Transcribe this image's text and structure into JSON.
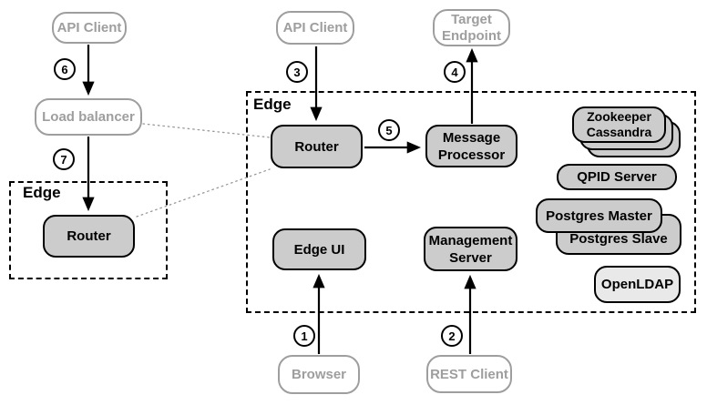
{
  "diagram": {
    "groups": {
      "edge_left_label": "Edge",
      "edge_main_label": "Edge"
    },
    "nodes": {
      "api_client_left": "API Client",
      "load_balancer": "Load balancer",
      "router_left": "Router",
      "api_client_top": "API Client",
      "router_main": "Router",
      "message_processor": "Message Processor",
      "target_endpoint": "Target Endpoint",
      "edge_ui": "Edge UI",
      "management_server": "Management Server",
      "zookeeper": "Zookeeper",
      "cassandra": "Cassandra",
      "qpid_server": "QPID Server",
      "postgres_master": "Postgres Master",
      "postgres_slave": "Postgres Slave",
      "openldap": "OpenLDAP",
      "browser": "Browser",
      "rest_client": "REST Client"
    },
    "steps": {
      "1": "1",
      "2": "2",
      "3": "3",
      "4": "4",
      "5": "5",
      "6": "6",
      "7": "7"
    },
    "colors": {
      "node_fill": "#cccccc",
      "node_border": "#000000",
      "client_border": "#9e9e9e",
      "client_text": "#9e9e9e",
      "openldap_fill": "#e9e9e9",
      "arrow_color": "#000000",
      "dotted_line": "#999999"
    }
  }
}
